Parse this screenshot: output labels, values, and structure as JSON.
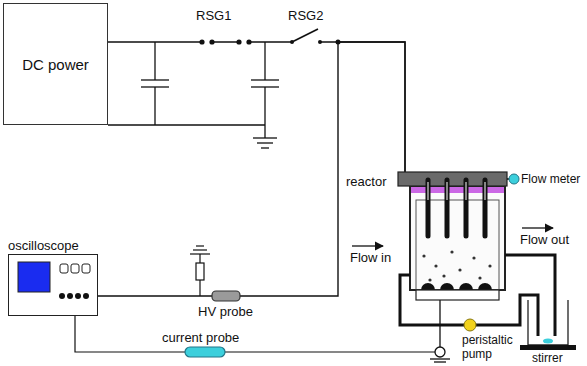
{
  "diagram": {
    "nodes": [
      {
        "text": [
          "DC power"
        ]
      },
      {
        "text": [
          "oscilloscope"
        ]
      },
      {
        "text": [
          "reactor"
        ]
      }
    ],
    "edges": [
      {
        "from": 0,
        "to": 2,
        "arrow": "none"
      },
      {
        "from": 1,
        "to": 2,
        "arrow": "none"
      }
    ],
    "labels": [
      "RSG1",
      "RSG2",
      "Flow meter",
      "Flow in",
      "Flow out",
      "HV probe",
      "current probe",
      "peristaltic pump",
      "stirrer"
    ]
  }
}
